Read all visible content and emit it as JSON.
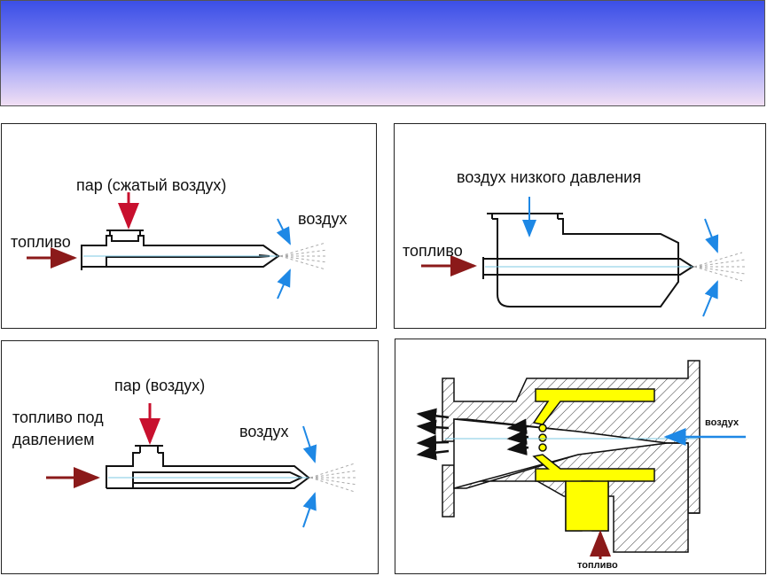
{
  "panels": {
    "tl": {
      "steam_label": "пар (сжатый воздух)",
      "fuel_label": "топливо",
      "air_label": "воздух"
    },
    "tr": {
      "air_label": "воздух низкого давления",
      "fuel_label": "топливо"
    },
    "bl": {
      "steam_label": "пар (воздух)",
      "fuel_label_line1": "топливо под",
      "fuel_label_line2": "давлением",
      "air_label": "воздух"
    },
    "br": {
      "air_label": "воздух",
      "fuel_label": "топливо"
    }
  },
  "colors": {
    "fuel_arrow": "#8b1a1a",
    "steam_arrow": "#c8102e",
    "air_arrow": "#1e88e5",
    "axis": "#7ec8e3",
    "insert": "#ffff00"
  }
}
